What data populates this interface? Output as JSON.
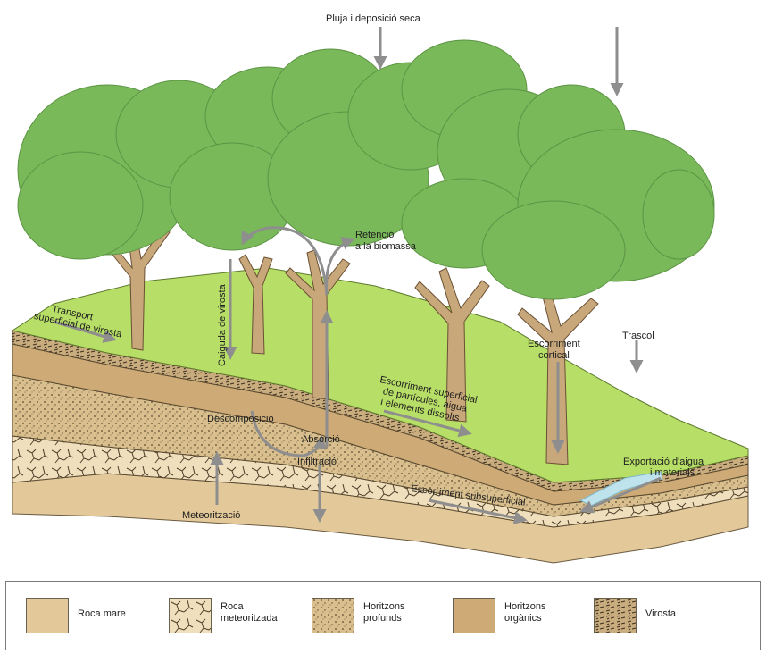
{
  "labels": {
    "rain": "Pluja i deposició seca",
    "retention": "Retenció\na la biomassa",
    "transport": "Transport\nsuperficial de virosta",
    "litterfall": "Caiguda de virosta",
    "decomposition": "Descomposició",
    "absorption": "Absorció",
    "infiltration": "Infiltració",
    "weathering": "Meteorització",
    "surface_runoff": "Escorriment superficial\nde partícules, aigua\ni elements dissolts",
    "stemflow": "Escorriment\ncortical",
    "throughfall": "Trascol",
    "export": "Exportació d'aigua\ni materials",
    "subsurface": "Escorriment subsuperficial"
  },
  "legend": [
    {
      "name": "Roca mare",
      "pattern": "plain",
      "color": "#e3c99a"
    },
    {
      "name": "Roca\nmeteoritzada",
      "pattern": "cracks",
      "color": "#f0dfbd"
    },
    {
      "name": "Horitzons\nprofunds",
      "pattern": "dots",
      "color": "#d9bf8e"
    },
    {
      "name": "Horitzons\norgànics",
      "pattern": "plain",
      "color": "#cdaa76"
    },
    {
      "name": "Virosta",
      "pattern": "litter",
      "color": "#c9ad7e"
    }
  ],
  "colors": {
    "tree_foliage": "#7ab95a",
    "grass": "#b7de67",
    "trunk": "#c8a77a",
    "arrow": "#8e8e8e",
    "water": "#bfe3ec"
  }
}
